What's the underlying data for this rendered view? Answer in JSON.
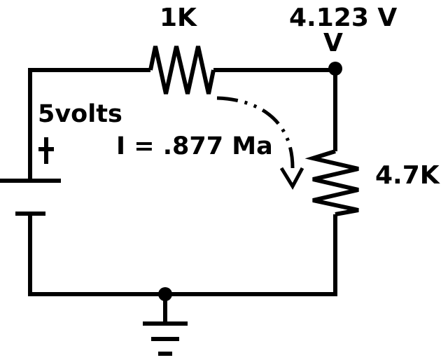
{
  "labels": {
    "r1_value": "1K",
    "output_voltage": "4.123 V",
    "probe_marker": "V",
    "source_voltage": "5volts",
    "current": "I = .877 Ma",
    "r2_value": "4.7K"
  },
  "icons": {
    "battery": "battery-symbol-icon",
    "resistor": "resistor-zigzag-icon",
    "ground": "ground-symbol-icon",
    "node": "junction-dot-icon",
    "current_arrow": "current-flow-arrow-icon"
  },
  "colors": {
    "line": "#000000",
    "background": "#ffffff"
  }
}
